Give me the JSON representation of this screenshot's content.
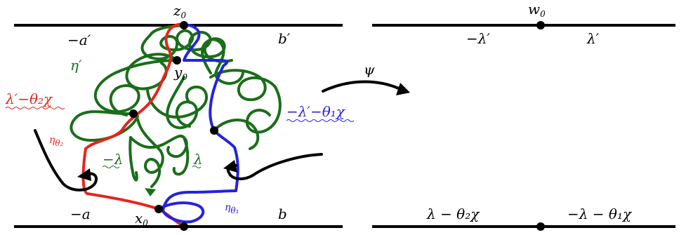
{
  "colors": {
    "green": "#1a6e1a",
    "red": "#e8231b",
    "blue": "#2323e0",
    "black": "#000000"
  },
  "left_strip": {
    "top_point": "z",
    "top_point_sub": "0",
    "top_left_label": "−a′",
    "top_right_label": "b′",
    "bottom_left_label": "−a",
    "bottom_right_label": "b",
    "bottom_point": "x",
    "bottom_point_sub": "0",
    "interior_point": "y",
    "interior_point_sub": "0",
    "eta_prime": "η′",
    "eta_theta2": "η",
    "eta_theta2_sub": "θ₂",
    "eta_theta1": "η",
    "eta_theta1_sub": "θ₁",
    "left_boundary_label": "λ′−θ₂χ",
    "right_boundary_label": "−λ′−θ₁χ",
    "inner_left_label": "−λ",
    "inner_right_label": "λ"
  },
  "map_label": "ψ",
  "right_strip": {
    "top_point": "w",
    "top_point_sub": "0",
    "top_left_label": "−λ′",
    "top_right_label": "λ′",
    "bottom_left_label": "λ − θ₂χ",
    "bottom_right_label": "−λ − θ₁χ"
  }
}
